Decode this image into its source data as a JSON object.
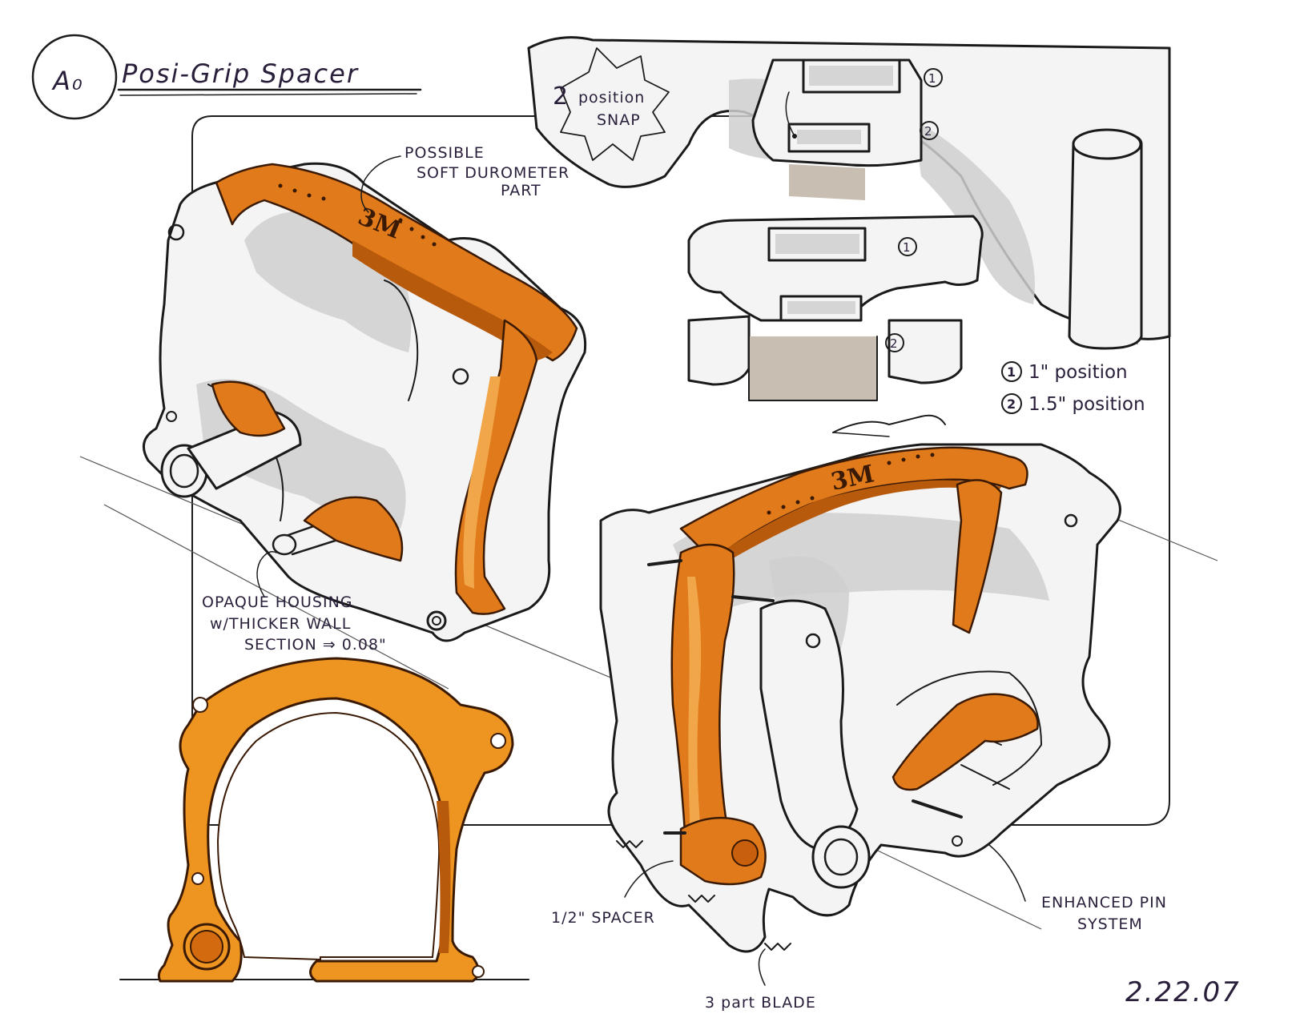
{
  "sheet": {
    "badge": "A₀",
    "title": "Posi-Grip Spacer",
    "date": "2.22.07"
  },
  "callouts": {
    "soft_part": [
      "POSSIBLE",
      "SOFT DUROMETER",
      "PART"
    ],
    "housing": [
      "OPAQUE HOUSING",
      "w/THICKER WALL",
      "SECTION ⇒ 0.08\""
    ],
    "snap": [
      "2",
      "position",
      "SNAP"
    ],
    "spacer": "1/2\" SPACER",
    "blade": "3 part BLADE",
    "pin": [
      "ENHANCED PIN",
      "SYSTEM"
    ],
    "logo": "3M"
  },
  "legend": {
    "items": [
      {
        "marker": "1",
        "text": "1\" position"
      },
      {
        "marker": "2",
        "text": "1.5\" position"
      }
    ]
  },
  "colors": {
    "orange": "#e07a1a",
    "ink": "#1c1c1c",
    "note_ink": "#2a1f3a"
  }
}
